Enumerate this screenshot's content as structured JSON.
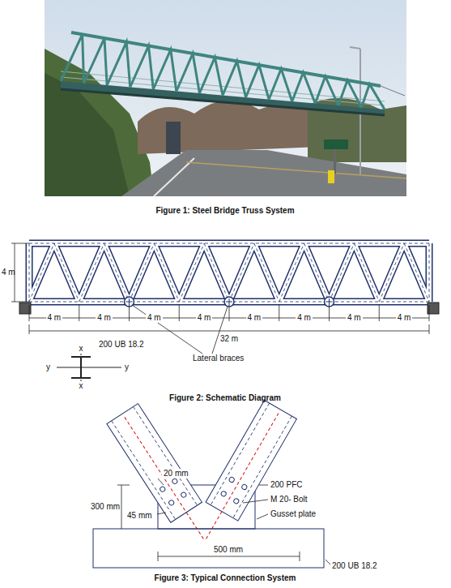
{
  "diagram": {
    "labels": [
      "Figure 1: Steel Bridge Truss System",
      "4 m",
      "4 m",
      "4 m",
      "4 m",
      "4 m",
      "4 m",
      "4 m",
      "4 m",
      "4 m",
      "32 m",
      "200 UB 18.2",
      "x",
      "x",
      "y",
      "y",
      "Lateral braces",
      "Figure 2: Schematic Diagram",
      "20 mm",
      "300 mm",
      "45 mm",
      "200 PFC",
      "M 20- Bolt",
      "Gusset plate",
      "500 mm",
      "200 UB 18.2",
      "Figure 3: Typical Connection System"
    ]
  }
}
